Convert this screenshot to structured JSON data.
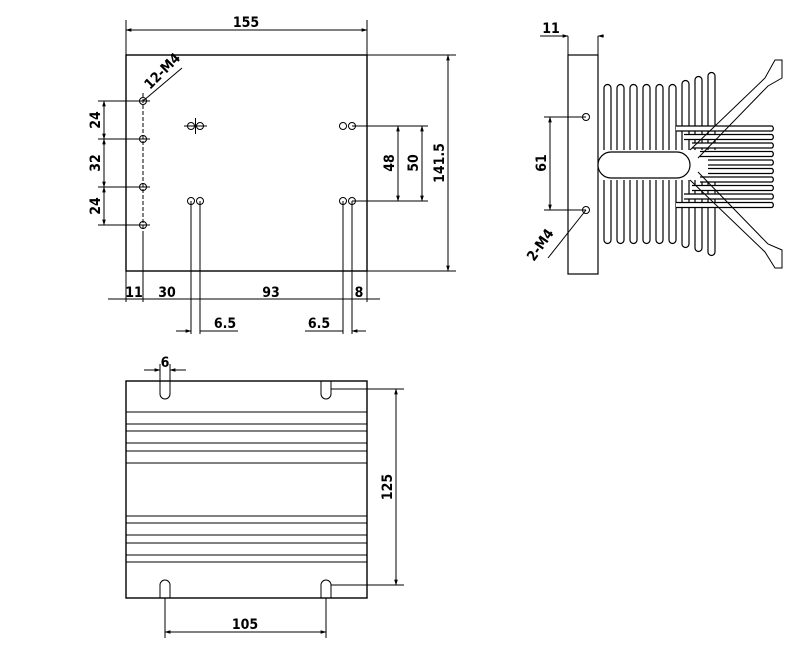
{
  "top_view": {
    "overall_width": "155",
    "overall_height": "141.5",
    "hole_callout": "12-M4",
    "v_spacing_top": "24",
    "v_spacing_mid": "32",
    "v_spacing_bottom": "24",
    "slot_pitch_48": "48",
    "slot_pitch_50": "50",
    "h_offset_left": "11",
    "h_offset_30": "30",
    "h_offset_93": "93",
    "h_offset_right": "8",
    "slot_width_left": "6.5",
    "slot_width_right": "6.5"
  },
  "side_view": {
    "base_thickness": "11",
    "hole_pitch": "61",
    "hole_callout": "2-M4"
  },
  "bottom_view": {
    "slot_width": "6",
    "height": "125",
    "slot_pitch": "105"
  }
}
